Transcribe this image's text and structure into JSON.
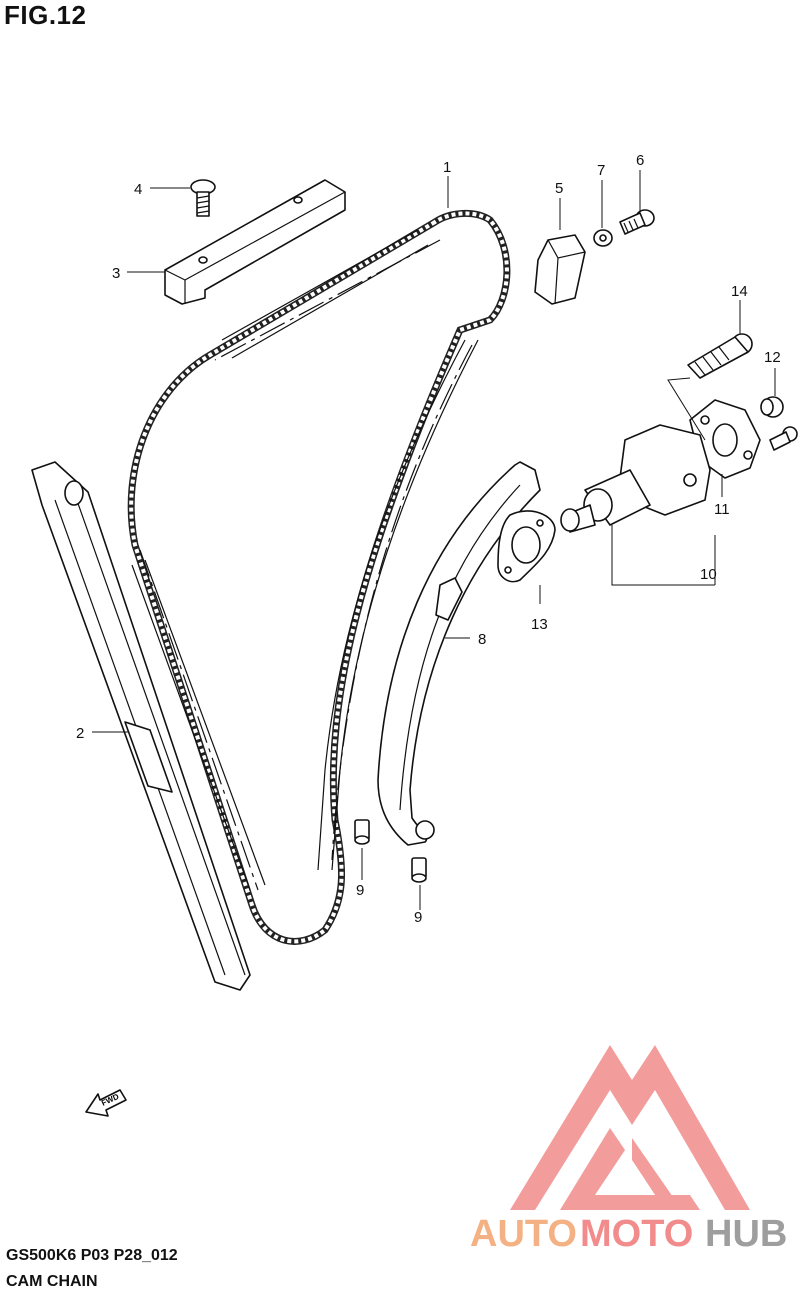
{
  "figure": {
    "title": "FIG.12",
    "code": "GS500K6 P03 P28_012",
    "name": "CAM CHAIN"
  },
  "callouts": [
    "1",
    "2",
    "3",
    "4",
    "5",
    "6",
    "7",
    "8",
    "9",
    "9",
    "10",
    "11",
    "12",
    "13",
    "14"
  ],
  "direction_marker": {
    "label": "FWD",
    "icon": "arrow-left-icon"
  },
  "watermark": {
    "text_part1": "AUTO",
    "text_part2": "MOTO",
    "text_part3": "HUB",
    "colors": {
      "auto": "#f4b183",
      "moto": "#f28b8b",
      "hub": "#9e9e9e",
      "logo": "#f28b8b"
    }
  }
}
